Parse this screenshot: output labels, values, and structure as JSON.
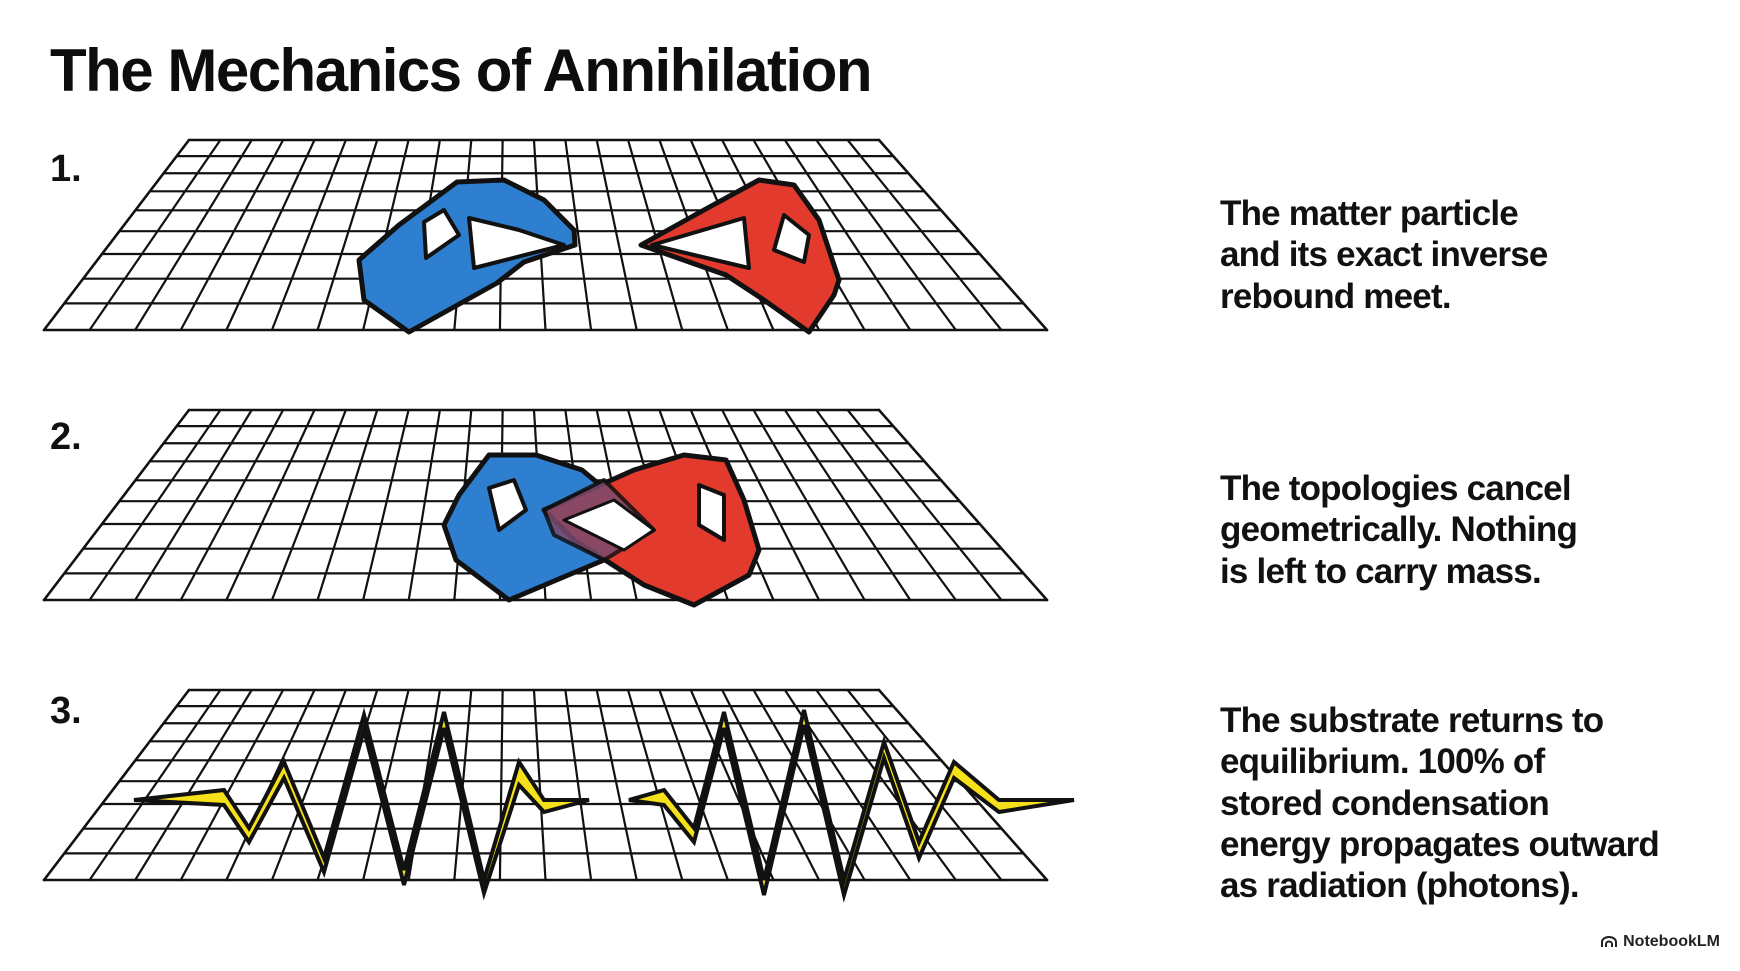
{
  "title": "The Mechanics of Annihilation",
  "steps": [
    {
      "number": "1.",
      "caption": "The matter particle\nand its exact inverse\nrebound meet."
    },
    {
      "number": "2.",
      "caption": "The topologies cancel\ngeometrically. Nothing\nis left to carry mass."
    },
    {
      "number": "3.",
      "caption": "The substrate returns to\nequilibrium. 100% of\nstored condensation\nenergy propagates outward\nas radiation (photons)."
    }
  ],
  "colors": {
    "matter": "#2f7fd1",
    "inverse": "#e23b2e",
    "radiation": "#f5e01a",
    "grid": "#111111"
  },
  "footer": {
    "brand": "NotebookLM",
    "icon": "notebooklm-logo-icon"
  }
}
